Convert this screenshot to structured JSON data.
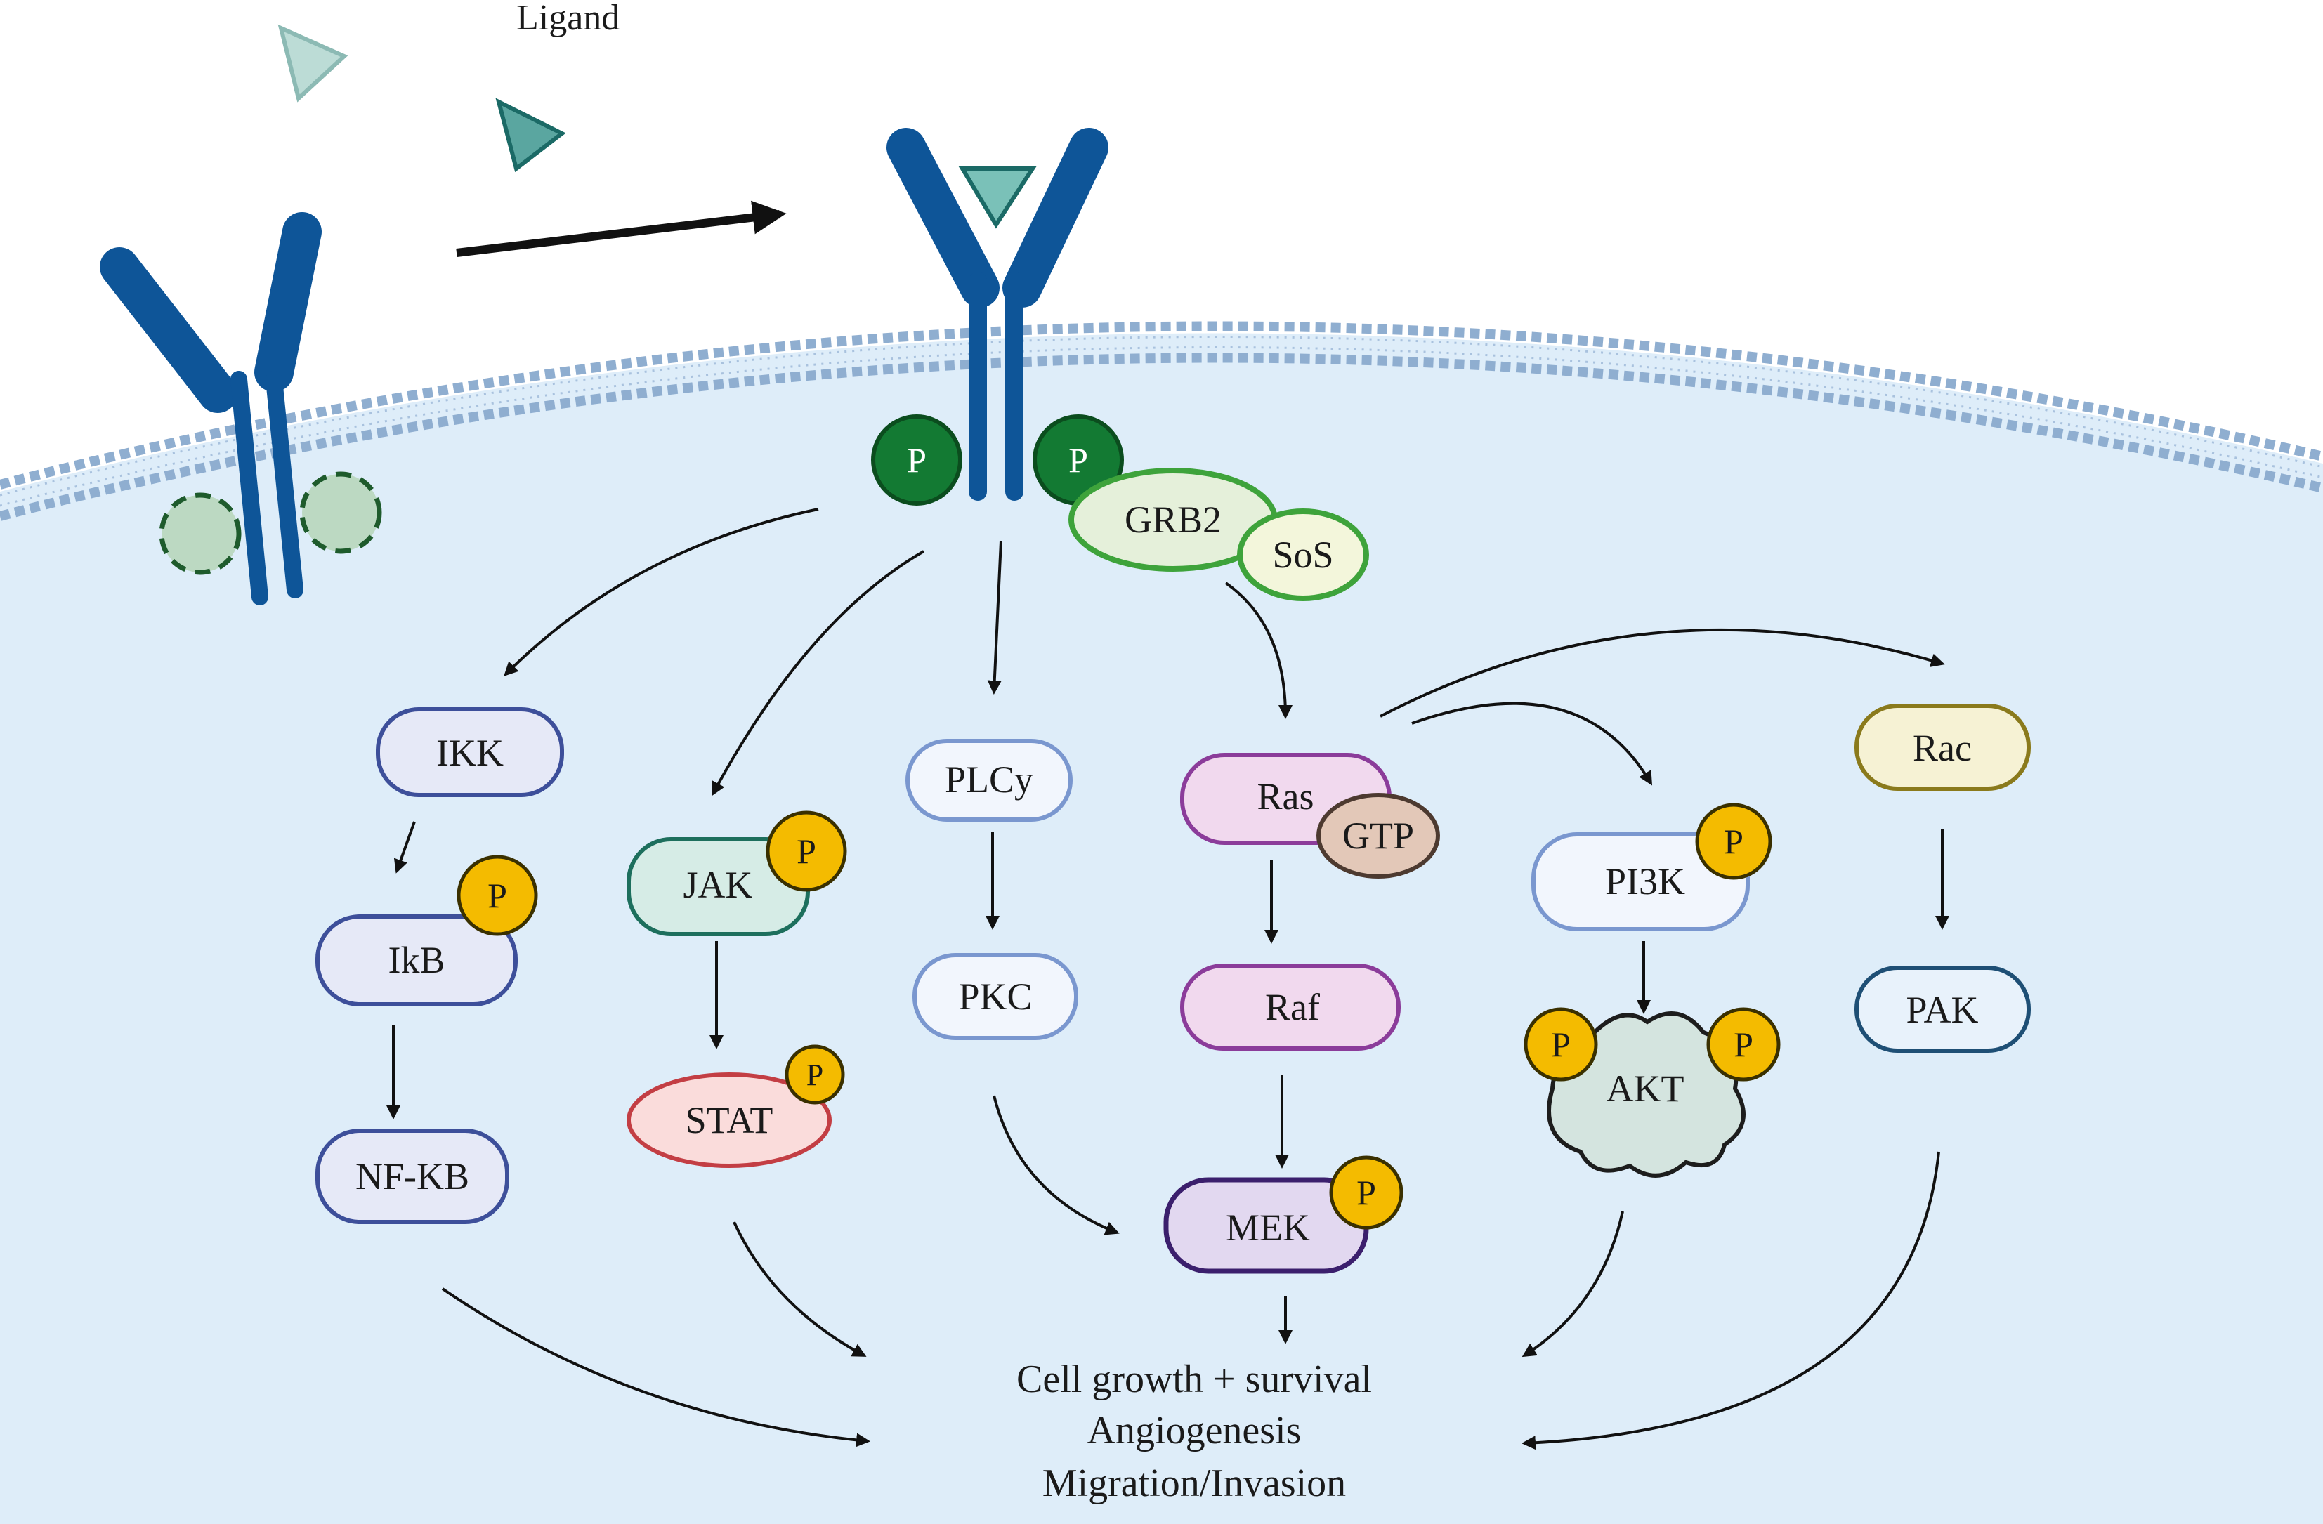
{
  "ligand_label": "Ligand",
  "nodes": {
    "ikk": "IKK",
    "ikb": "IkB",
    "nfkb": "NF-KB",
    "jak": "JAK",
    "stat": "STAT",
    "plcy": "PLCy",
    "pkc": "PKC",
    "grb2": "GRB2",
    "sos": "SoS",
    "ras": "Ras",
    "gtp": "GTP",
    "raf": "Raf",
    "mek": "MEK",
    "pi3k": "PI3K",
    "akt": "AKT",
    "rac": "Rac",
    "pak": "PAK"
  },
  "phospho_label": "P",
  "outcomes": [
    "Cell growth + survival",
    "Angiogenesis",
    "Migration/Invasion"
  ],
  "colors": {
    "cytoplasm": "#deedf9",
    "membrane": "#7f9fc4",
    "receptor": "#0e5598",
    "ligand_fill": "#5aa6a0",
    "phospho_green": "#137a33",
    "phospho_yellow": "#f4bb00",
    "arrow": "#111111"
  }
}
